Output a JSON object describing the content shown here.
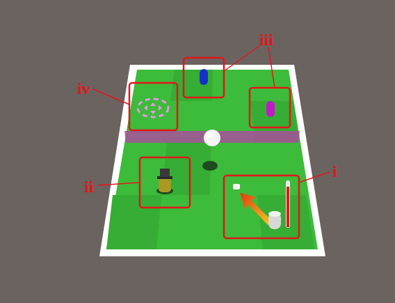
{
  "diagram": {
    "labels": [
      "iii",
      "iv",
      "i",
      "ii"
    ]
  }
}
